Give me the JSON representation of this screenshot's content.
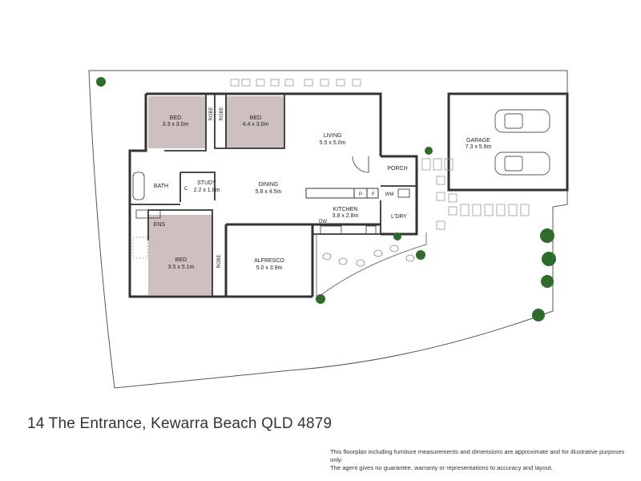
{
  "rooms": {
    "bed1": {
      "name": "BED",
      "dims": "3.3 x 3.0m"
    },
    "bed2": {
      "name": "BED",
      "dims": "4.4 x 3.0m"
    },
    "bed3": {
      "name": "BED",
      "dims": "3.5 x 5.1m"
    },
    "living": {
      "name": "LIVING",
      "dims": "5.5 x 5.0m"
    },
    "dining": {
      "name": "DINING",
      "dims": "5.8 x 4.5m"
    },
    "study": {
      "name": "STUDY",
      "dims": "2.2 x 1.8m"
    },
    "kitchen": {
      "name": "KITCHEN",
      "dims": "3.8 x 2.8m"
    },
    "alfresco": {
      "name": "ALFRESCO",
      "dims": "5.0 x 3.9m"
    },
    "garage": {
      "name": "GARAGE",
      "dims": "7.3 x 5.9m"
    },
    "porch": {
      "name": "PORCH"
    },
    "bath": {
      "name": "BATH"
    },
    "ens": {
      "name": "ENS"
    },
    "ldry": {
      "name": "L'DRY"
    },
    "robe1": {
      "name": "ROBE"
    },
    "robe2": {
      "name": "ROBE"
    },
    "robe3": {
      "name": "ROBE"
    },
    "c": {
      "name": "C"
    },
    "p": {
      "name": "P"
    },
    "f": {
      "name": "F"
    },
    "wm": {
      "name": "WM"
    },
    "dw": {
      "name": "DW"
    }
  },
  "colors": {
    "bedroom_fill": "#cfc0c0",
    "wall": "#333333",
    "paving": "#999999",
    "shrub": "#2f6b2a"
  },
  "footer": {
    "address": "14 The Entrance, Kewarra Beach QLD 4879",
    "disclaimer_line1": "This floorplan including furniture measurements and dimensions are approximate and for illustrative purposes only.",
    "disclaimer_line2": "The agent gives no guarantee, warranty or representations to accuracy and layout."
  }
}
